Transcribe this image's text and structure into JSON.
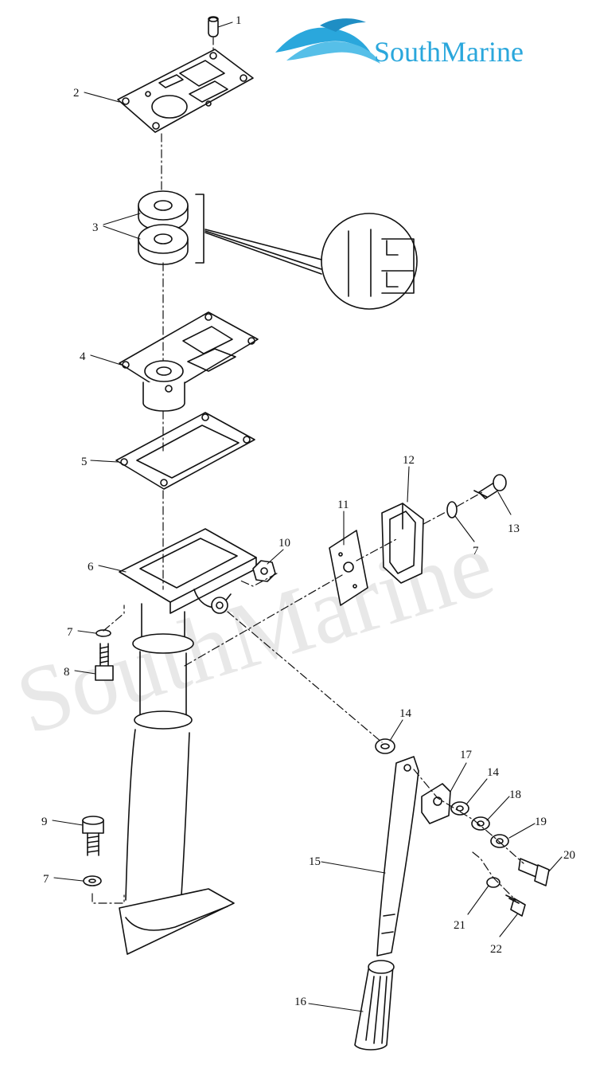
{
  "brand": {
    "name": "SouthMarine",
    "color": "#2aa7dc"
  },
  "watermark": "SouthMarine",
  "callouts": [
    {
      "id": "c1",
      "text": "1"
    },
    {
      "id": "c2",
      "text": "2"
    },
    {
      "id": "c3",
      "text": "3"
    },
    {
      "id": "c4",
      "text": "4"
    },
    {
      "id": "c5",
      "text": "5"
    },
    {
      "id": "c6",
      "text": "6"
    },
    {
      "id": "c7a",
      "text": "7"
    },
    {
      "id": "c7b",
      "text": "7"
    },
    {
      "id": "c7c",
      "text": "7"
    },
    {
      "id": "c8",
      "text": "8"
    },
    {
      "id": "c9",
      "text": "9"
    },
    {
      "id": "c10",
      "text": "10"
    },
    {
      "id": "c11",
      "text": "11"
    },
    {
      "id": "c12",
      "text": "12"
    },
    {
      "id": "c13",
      "text": "13"
    },
    {
      "id": "c14a",
      "text": "14"
    },
    {
      "id": "c14b",
      "text": "14"
    },
    {
      "id": "c15",
      "text": "15"
    },
    {
      "id": "c16",
      "text": "16"
    },
    {
      "id": "c17",
      "text": "17"
    },
    {
      "id": "c18",
      "text": "18"
    },
    {
      "id": "c19",
      "text": "19"
    },
    {
      "id": "c20",
      "text": "20"
    },
    {
      "id": "c21",
      "text": "21"
    },
    {
      "id": "c22",
      "text": "22"
    }
  ]
}
